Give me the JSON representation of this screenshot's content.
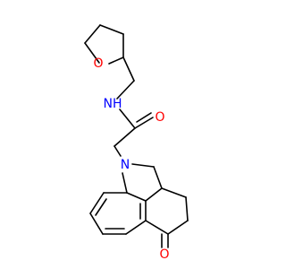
{
  "molecule": {
    "atoms": [
      {
        "id": "o_ring",
        "element": "O",
        "label": "O",
        "color": "#ff0000"
      },
      {
        "id": "n_amide",
        "element": "N",
        "label": "NH",
        "color": "#0000ff"
      },
      {
        "id": "o_amide",
        "element": "O",
        "label": "O",
        "color": "#ff0000"
      },
      {
        "id": "n_indole",
        "element": "N",
        "label": "N",
        "color": "#0000ff"
      },
      {
        "id": "o_ketone",
        "element": "O",
        "label": "O",
        "color": "#ff0000"
      }
    ],
    "bond_color": "#000000"
  }
}
